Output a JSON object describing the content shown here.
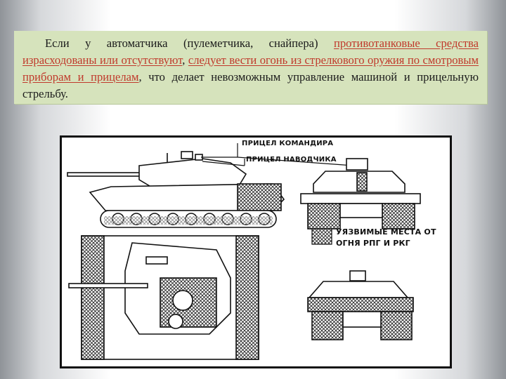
{
  "text": {
    "part1": "Если у автоматчика (пулеметчика, снайпера) ",
    "part2": "противотанковые средства израсходованы или отсутствуют",
    "part3": ", ",
    "part4": "следует вести огонь из стрелкового оружия по смотровым приборам и прицелам",
    "part5": ", что делает невозможным управление машиной и прицельную стрельбу."
  },
  "figure": {
    "label_commander_sight": "ПРИЦЕЛ КОМАНДИРА",
    "label_gunner_sight": "ПРИЦЕЛ НАВОДЧИКА",
    "legend_line1": "УЯЗВИМЫЕ МЕСТА ОТ",
    "legend_line2": "ОГНЯ РПГ И РКГ"
  },
  "colors": {
    "text_box_bg": "#d6e3bc",
    "highlight_text": "#c0392b"
  }
}
